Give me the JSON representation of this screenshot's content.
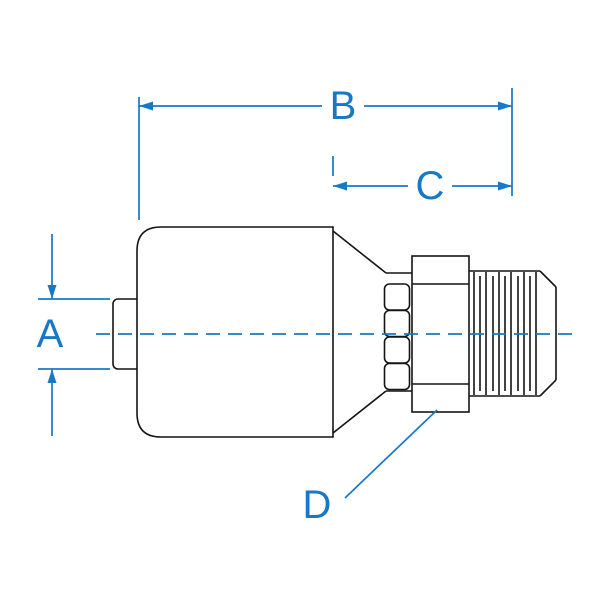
{
  "figure": {
    "type": "technical-dimension-drawing",
    "subject": "hose-fitting-side-view"
  },
  "labels": {
    "a": "A",
    "b": "B",
    "c": "C",
    "d": "D"
  },
  "colors": {
    "accent": "#1878c8",
    "line": "#141414",
    "background": "#ffffff"
  }
}
